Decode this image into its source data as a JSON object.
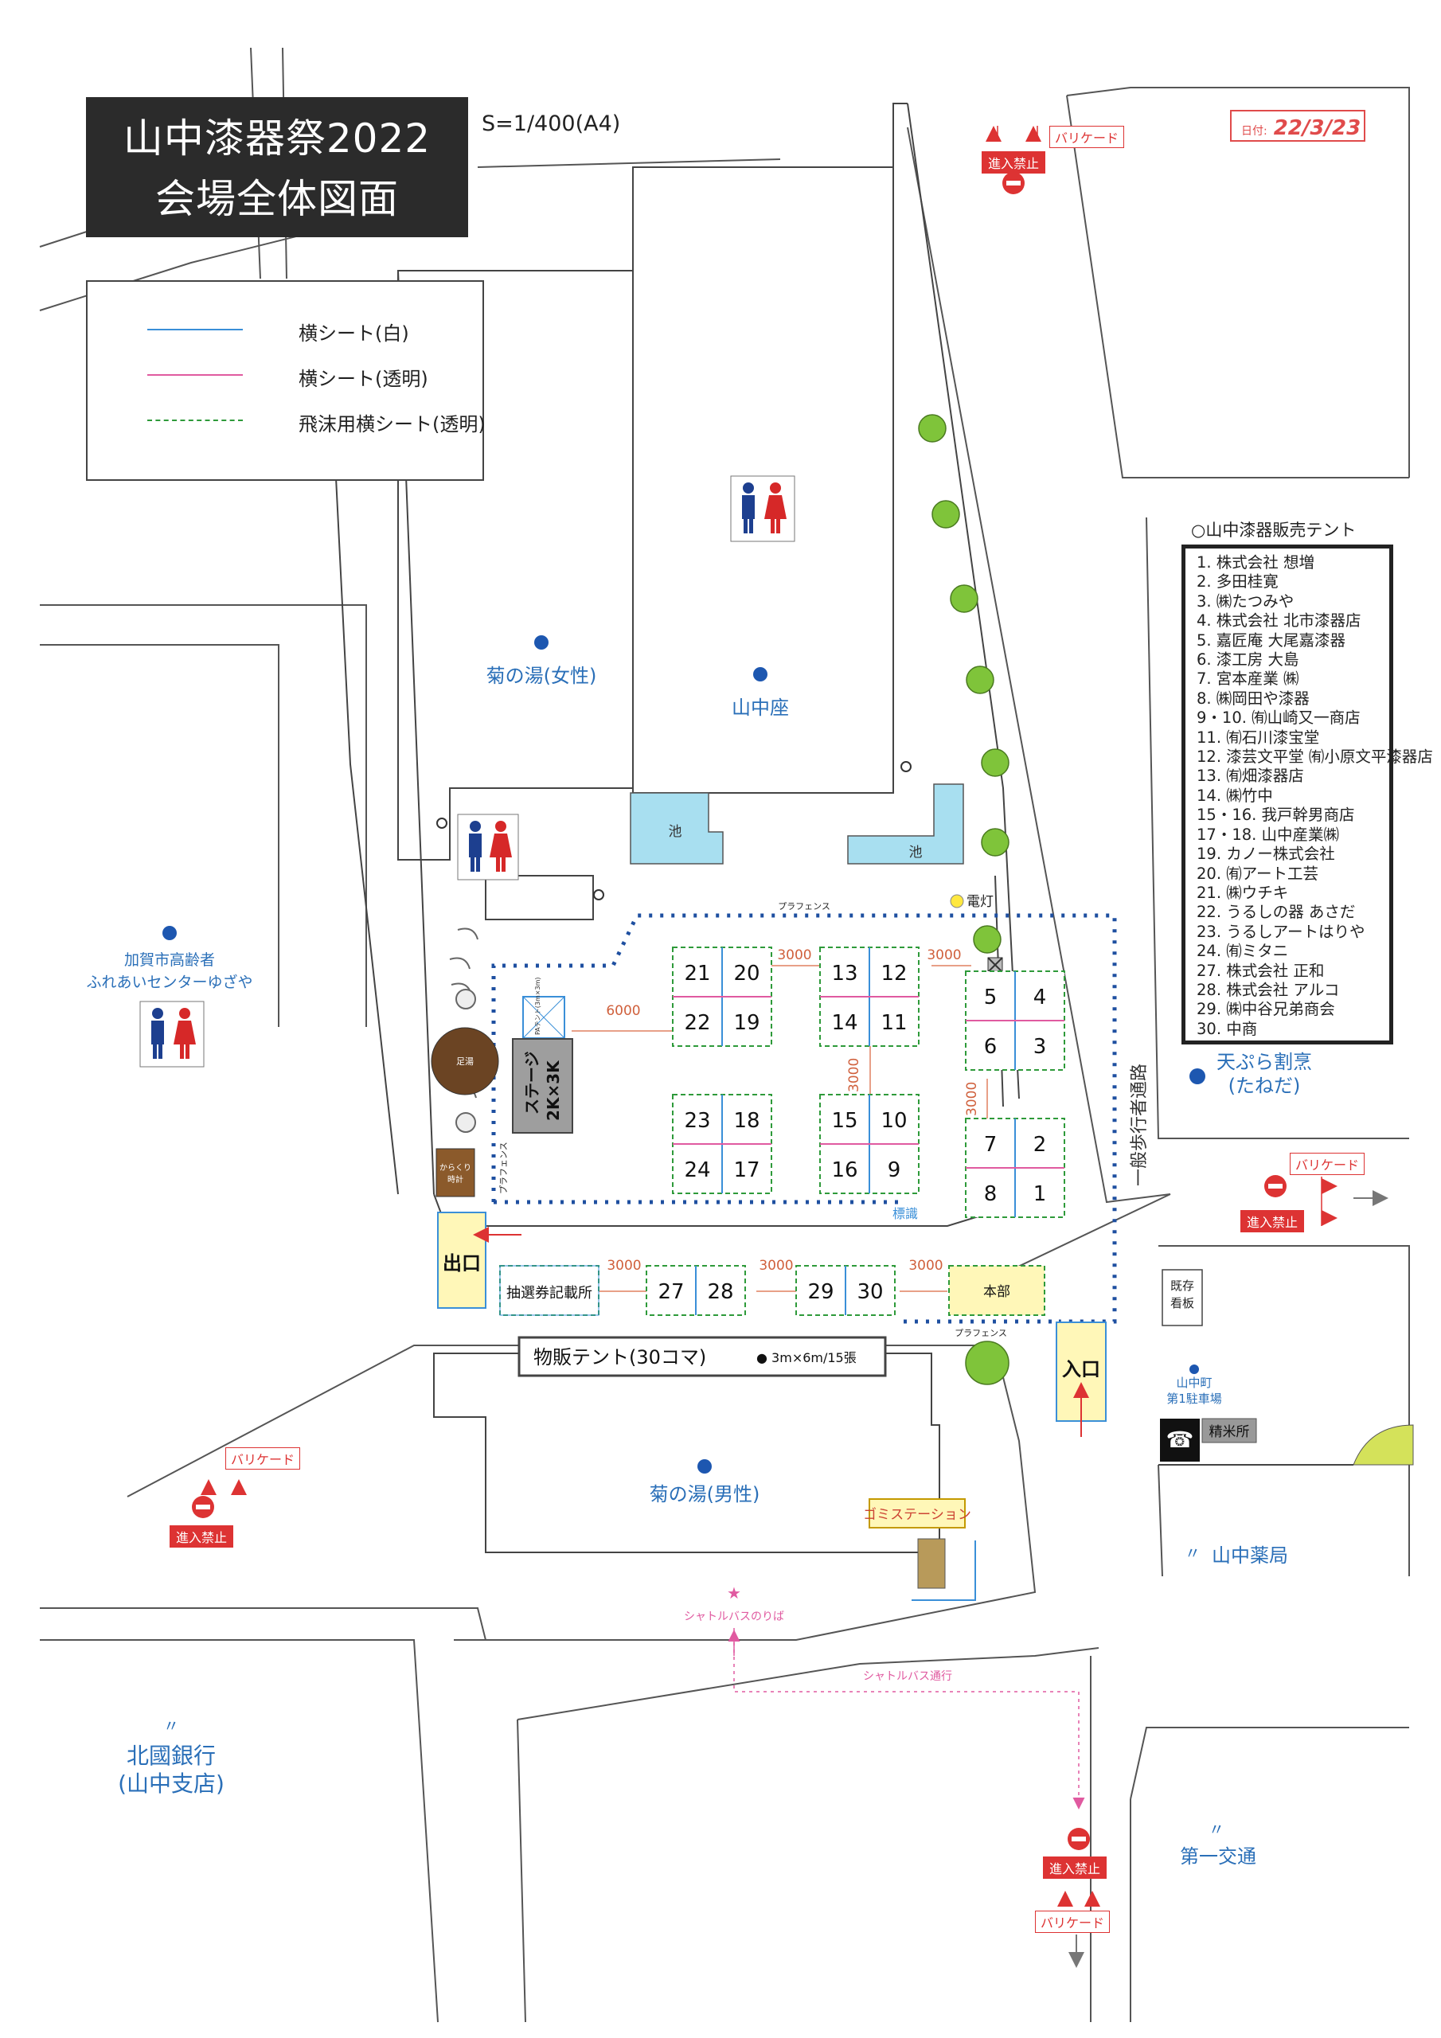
{
  "title": {
    "line1": "山中漆器祭2022",
    "line2": "会場全体図面"
  },
  "scale": "S=1/400(A4)",
  "date": {
    "label": "日付:",
    "value": "22/3/23"
  },
  "legend": [
    {
      "label": "横シート(白)",
      "color": "#3a8fd8",
      "style": "solid"
    },
    {
      "label": "横シート(透明)",
      "color": "#e05aa0",
      "style": "solid"
    },
    {
      "label": "飛沫用横シート(透明)",
      "color": "#2e9a3a",
      "style": "dashed"
    }
  ],
  "vendor_list": {
    "title": "○山中漆器販売テント",
    "items": [
      "1. 株式会社 想増",
      "2. 多田桂寛",
      "3. ㈱たつみや",
      "4. 株式会社 北市漆器店",
      "5. 嘉匠庵 大尾嘉漆器",
      "6. 漆工房 大島",
      "7. 宮本産業 ㈱",
      "8. ㈱岡田や漆器",
      "9・10. ㈲山崎又一商店",
      "11. ㈲石川漆宝堂",
      "12. 漆芸文平堂 ㈲小原文平漆器店",
      "13. ㈲畑漆器店",
      "14. ㈱竹中",
      "15・16. 我戸幹男商店",
      "17・18. 山中産業㈱",
      "19. カノー株式会社",
      "20. ㈲アート工芸",
      "21. ㈱ウチキ",
      "22. うるしの器 あさだ",
      "23. うるしアートはりや",
      "24. ㈲ミタニ",
      "27. 株式会社 正和",
      "28. 株式会社 アルコ",
      "29. ㈱中谷兄弟商会",
      "30. 中商"
    ]
  },
  "places": {
    "kikunoyu_women": "菊の湯(女性)",
    "yamanakaza": "山中座",
    "ike": "池",
    "center_line1": "加賀市高齢者",
    "center_line2": "ふれあいセンターゆざや",
    "tempura_line1": "天ぷら割烹",
    "tempura_line2": "(たねだ)",
    "kikunoyu_men": "菊の湯(男性)",
    "hokkoku_line1": "北國銀行",
    "hokkoku_line2": "(山中支店)",
    "yakkyoku": "山中薬局",
    "daiichi": "第一交通",
    "kizon_line1": "既存",
    "kizon_line2": "看板",
    "parking_line1": "山中町",
    "parking_line2": "第1駐車場",
    "seimai": "精米所",
    "ditto": "〃"
  },
  "features": {
    "stage_line1": "ステージ",
    "stage_line2": "2K×3K",
    "pa_tent": "PAテント(3m×3m)",
    "ashiyu": "足湯",
    "karakuri_line1": "からくり",
    "karakuri_line2": "時計",
    "exit": "出口",
    "entrance": "入口",
    "lottery": "抽選券記載所",
    "honbu": "本部",
    "garbage": "ゴミステーション",
    "dento": "電灯",
    "hyoshiki": "標識",
    "pla_fence": "プラフェンス",
    "path_label": "一般歩行者通路",
    "shuttle_stop": "シャトルバスのりば",
    "shuttle_route": "シャトルバス通行",
    "sales_tent_title": "物販テント(30コマ)",
    "sales_tent_detail": "● 3m×6m/15張"
  },
  "dimensions": {
    "d6000": "6000",
    "d3000": "3000"
  },
  "booths": [
    "21",
    "20",
    "22",
    "19",
    "13",
    "12",
    "14",
    "11",
    "5",
    "4",
    "6",
    "3",
    "23",
    "18",
    "24",
    "17",
    "15",
    "10",
    "16",
    "9",
    "7",
    "2",
    "8",
    "1",
    "27",
    "28",
    "29",
    "30"
  ],
  "signs": {
    "barricade": "バリケード",
    "no_entry": "進入禁止"
  },
  "colors": {
    "blue_line": "#3a8fd8",
    "pink_line": "#e05aa0",
    "green_dash": "#2e9a3a",
    "fence": "#1e4fa0",
    "red": "#d33333",
    "pond": "#a8dff0",
    "exit_yellow": "#fff7b8"
  }
}
